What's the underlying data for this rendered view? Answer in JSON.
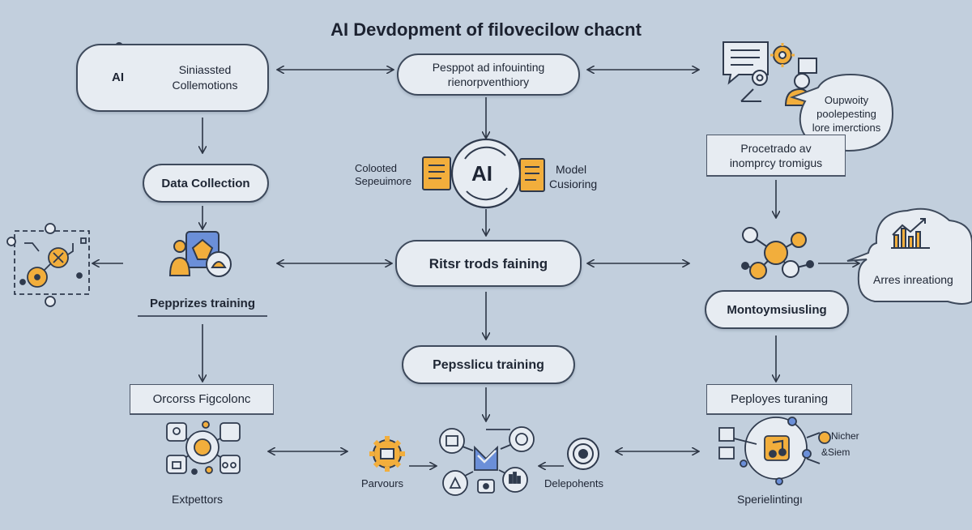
{
  "title": "AI Devdopment of filovecilow chacnt",
  "nodes": {
    "top_left": {
      "line1": "Siniassted",
      "line2": "Collemotions",
      "icon_text": "AI"
    },
    "top_center": {
      "line1": "Pesppot ad infouinting",
      "line2": "rienorpventhiory"
    },
    "top_right_bubble": {
      "line1": "Oupwoity",
      "line2": "poolepesting",
      "line3": "lore imerctions"
    },
    "right_box": {
      "line1": "Procetrado av",
      "line2": "inomprcy tromigus"
    },
    "center_ai": {
      "icon_text": "AI",
      "left_label_1": "Colooted",
      "left_label_2": "Sepeuimore",
      "right_label_1": "Model",
      "right_label_2": "Cusioring"
    },
    "data_collection": {
      "label": "Data Collection"
    },
    "prep_training": {
      "label": "Pepprizes training"
    },
    "center_training": {
      "label": "Ritsr trods faining"
    },
    "center_training2": {
      "label": "Pepsslicu training"
    },
    "monitoring": {
      "label": "Montoymsiusling"
    },
    "right_cloud": {
      "label": "Arres inreationg"
    },
    "left_bottom_box": {
      "label": "Orcorss Figcolonc"
    },
    "right_bottom_box": {
      "label": "Peployes turaning"
    },
    "bottom_left": {
      "label": "Extpettors"
    },
    "bottom_pavours": {
      "label": "Parvours"
    },
    "bottom_deploy": {
      "label": "Delepohents"
    },
    "bottom_right": {
      "label": "Sperielintingı",
      "side_1": "Nicher",
      "side_2": "&Siem"
    }
  },
  "colors": {
    "background": "#c2cfdd",
    "accent": "#f2ae3c",
    "stroke": "#3e4a5c",
    "node_fill": "#e7ecf2"
  },
  "icons": [
    "ai-network-icon",
    "document-icon",
    "gear-icon",
    "person-icon",
    "bar-chart-icon",
    "molecule-icon",
    "music-icon",
    "target-icon",
    "lock-icon",
    "padlock-icon"
  ]
}
